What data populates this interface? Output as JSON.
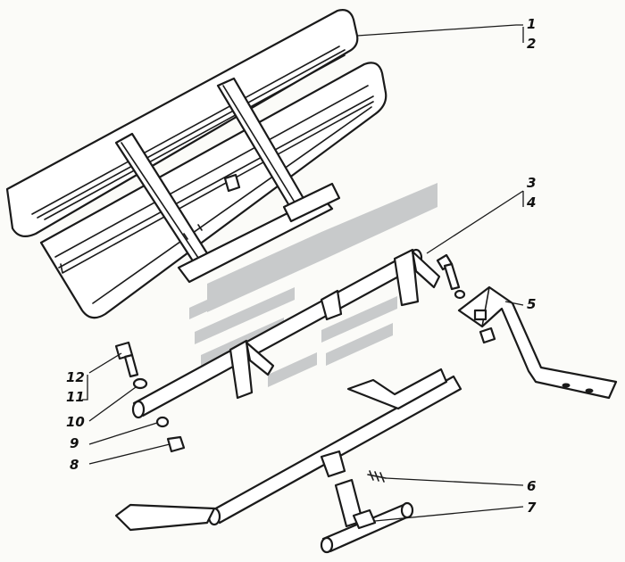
{
  "diagram": {
    "callouts": [
      {
        "id": "c1",
        "label": "1"
      },
      {
        "id": "c2",
        "label": "2"
      },
      {
        "id": "c3",
        "label": "3"
      },
      {
        "id": "c4",
        "label": "4"
      },
      {
        "id": "c5",
        "label": "5"
      },
      {
        "id": "c6",
        "label": "6"
      },
      {
        "id": "c7",
        "label": "7"
      },
      {
        "id": "c8",
        "label": "8"
      },
      {
        "id": "c9",
        "label": "9"
      },
      {
        "id": "c10",
        "label": "10"
      },
      {
        "id": "c11",
        "label": "11"
      },
      {
        "id": "c12",
        "label": "12"
      }
    ],
    "colors": {
      "ink": "#1a1a1a",
      "watermark": "#c8cacb",
      "paper": "#fbfbf8"
    }
  }
}
